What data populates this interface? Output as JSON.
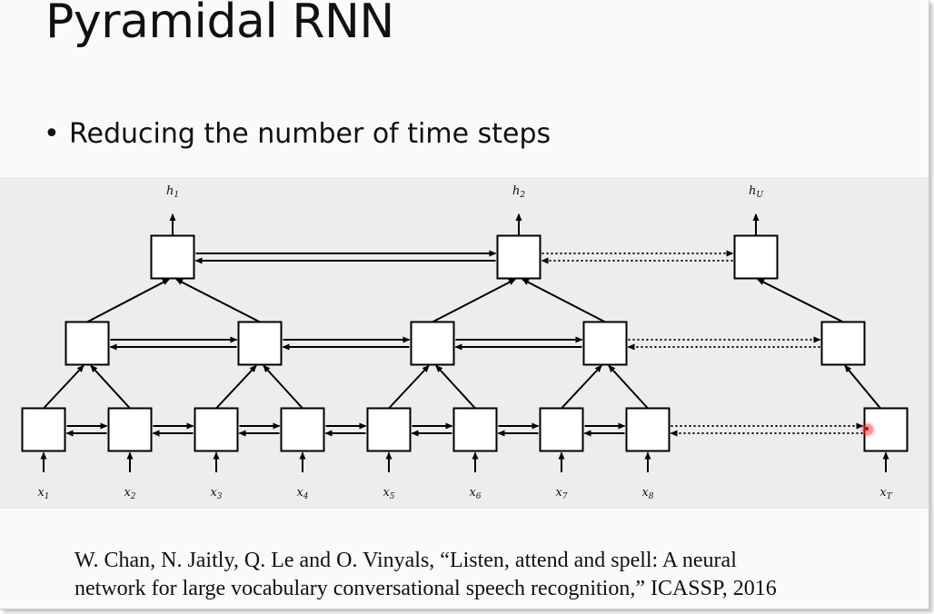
{
  "slide": {
    "title": "Pyramidal RNN",
    "bullet": "Reducing the number of time steps",
    "bullet_marker": "•"
  },
  "diagram": {
    "inputs": [
      {
        "base": "x",
        "sub": "1"
      },
      {
        "base": "x",
        "sub": "2"
      },
      {
        "base": "x",
        "sub": "3"
      },
      {
        "base": "x",
        "sub": "4"
      },
      {
        "base": "x",
        "sub": "5"
      },
      {
        "base": "x",
        "sub": "6"
      },
      {
        "base": "x",
        "sub": "7"
      },
      {
        "base": "x",
        "sub": "8"
      },
      {
        "base": "x",
        "sub": "T"
      }
    ],
    "outputs": [
      {
        "base": "h",
        "sub": "1"
      },
      {
        "base": "h",
        "sub": "2"
      },
      {
        "base": "h",
        "sub": "U"
      }
    ]
  },
  "citation": {
    "line1": "W. Chan, N. Jaitly, Q. Le and O. Vinyals, “Listen, attend and spell: A neural",
    "line2": "network for large vocabulary conversational speech recognition,” ICASSP, 2016"
  },
  "colors": {
    "figure_background": "#ededed",
    "pointer": "#ff3c3c"
  }
}
